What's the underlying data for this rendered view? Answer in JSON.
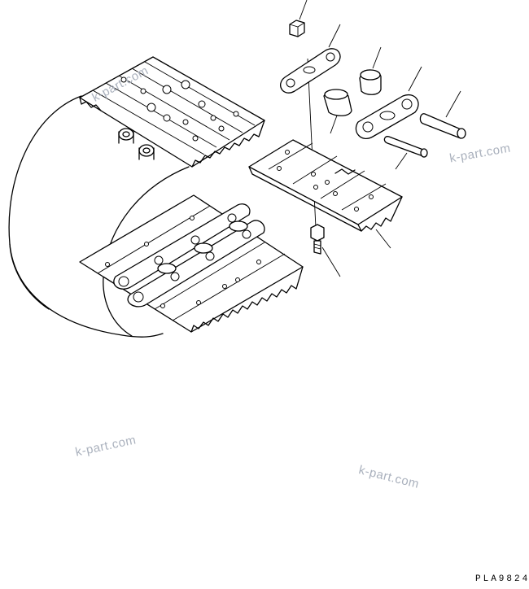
{
  "figure_code": "PLA9824",
  "watermark_text": "k-part.com",
  "colors": {
    "line": "#000000",
    "background": "#ffffff",
    "watermark": "#aab1bd"
  },
  "parts": [
    "nut",
    "master-link",
    "bushing",
    "bushing-2",
    "track-link",
    "pin",
    "master-pin",
    "track-shoe",
    "shoe-bolt"
  ]
}
